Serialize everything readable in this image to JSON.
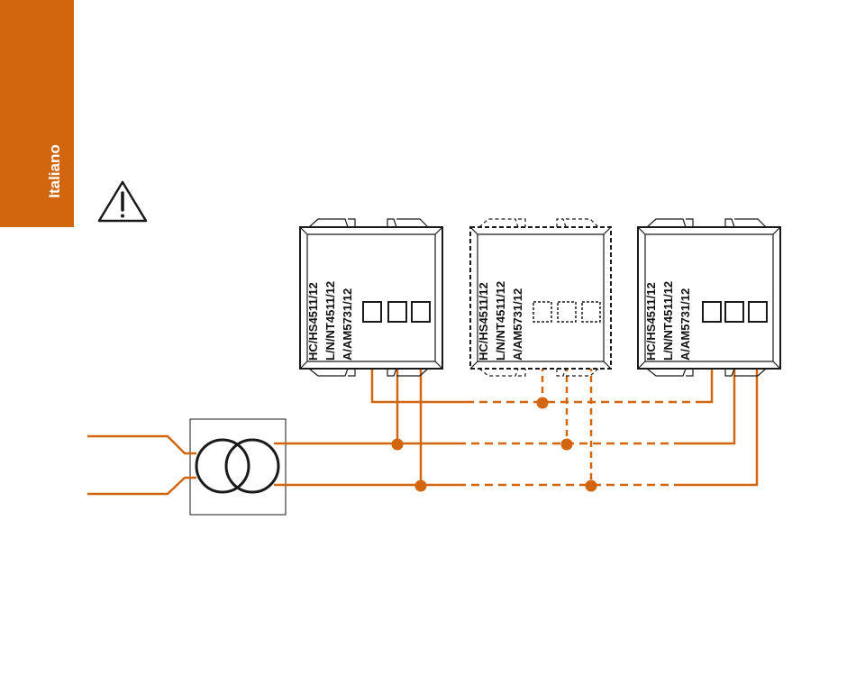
{
  "sidebar": {
    "language_label": "Italiano"
  },
  "colors": {
    "accent": "#d2660f",
    "wire": "#d2660f",
    "ink": "#1a1a1a"
  },
  "icons": {
    "warning": "warning-triangle-icon",
    "transformer": "transformer-symbol"
  },
  "modules": [
    {
      "lines": [
        "HC/HS4511/12",
        "L/N/NT4511/12",
        "A/AM5731/12"
      ],
      "style": "solid"
    },
    {
      "lines": [
        "HC/HS4511/12",
        "L/N/NT4511/12",
        "A/AM5731/12"
      ],
      "style": "dashed"
    },
    {
      "lines": [
        "HC/HS4511/12",
        "L/N/NT4511/12",
        "A/AM5731/12"
      ],
      "style": "solid"
    }
  ]
}
